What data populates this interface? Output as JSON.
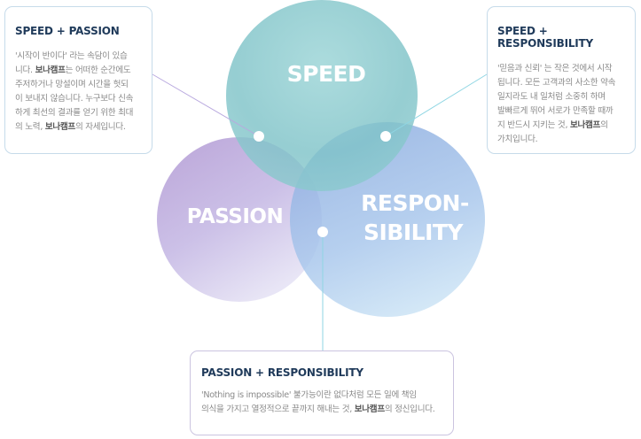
{
  "circles": {
    "speed": {
      "label": "SPEED",
      "color": "#7cc3c7"
    },
    "passion": {
      "label": "PASSION",
      "color": "#b8a4d8"
    },
    "responsibility": {
      "label_line1": "RESPON-",
      "label_line2": "SIBILITY",
      "color": "#8fb2e0"
    }
  },
  "cards": {
    "speed_passion": {
      "title": "SPEED + PASSION",
      "lines": [
        {
          "pre": "'시작이 반이다' 라는 속담이 있습",
          "brand": "",
          "post": ""
        },
        {
          "pre": "니다. ",
          "brand": "보나캠프",
          "post": "는 어떠한 순간에도"
        },
        {
          "pre": "주저하거나 망설이며 시간을 헛되",
          "brand": "",
          "post": ""
        },
        {
          "pre": "이 보내지 않습니다. 누구보다 신속",
          "brand": "",
          "post": ""
        },
        {
          "pre": "하게 최선의 결과를 얻기 위한 최대",
          "brand": "",
          "post": ""
        },
        {
          "pre": "의 노력, ",
          "brand": "보나캠프",
          "post": "의 자세입니다."
        }
      ]
    },
    "speed_responsibility": {
      "title": "SPEED + RESPONSIBILITY",
      "lines": [
        {
          "pre": "'믿음과 신뢰' 는 작은 것에서 시작",
          "brand": "",
          "post": ""
        },
        {
          "pre": "됩니다. 모든 고객과의 사소한 약속",
          "brand": "",
          "post": ""
        },
        {
          "pre": "일지라도 내 일처럼 소중히 하며",
          "brand": "",
          "post": ""
        },
        {
          "pre": "발빠르게 뛰어 서로가 만족할 때까",
          "brand": "",
          "post": ""
        },
        {
          "pre": "지 반드시 지키는 것, ",
          "brand": "보나캠프",
          "post": "의"
        },
        {
          "pre": "가치입니다.",
          "brand": "",
          "post": ""
        }
      ]
    },
    "passion_responsibility": {
      "title": "PASSION + RESPONSIBILITY",
      "lines": [
        {
          "pre": "'Nothing is impossible' 불가능이란 없다처럼 모든 일에 책임",
          "brand": "",
          "post": ""
        },
        {
          "pre": "의식을 가지고 열정적으로 끝까지 해내는 것, ",
          "brand": "보나캠프",
          "post": "의 정신입니다."
        }
      ]
    }
  },
  "connector_color": "#8fd6e3"
}
